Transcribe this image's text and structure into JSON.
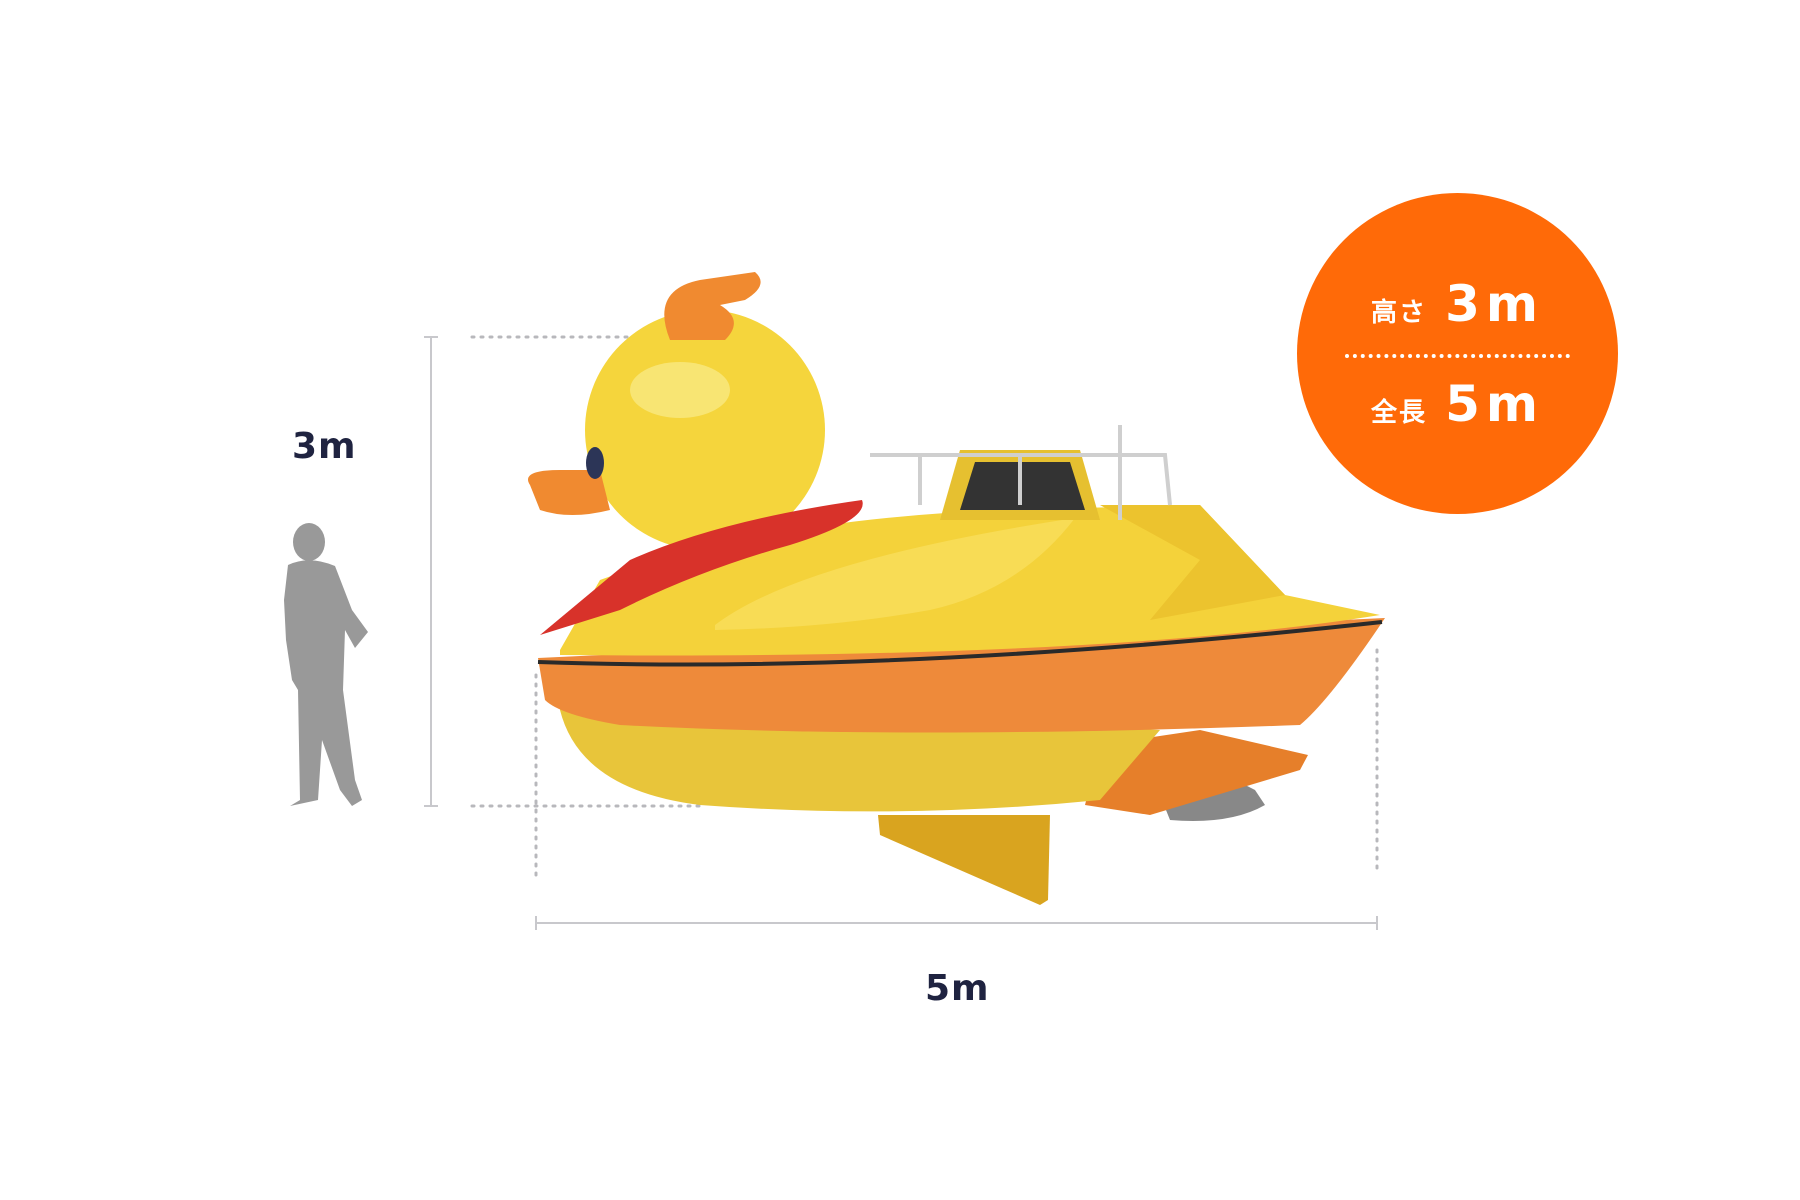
{
  "dimensions": {
    "height_label": "3m",
    "length_label": "5m"
  },
  "badge": {
    "height_key": "高さ",
    "height_value": "3m",
    "length_key": "全長",
    "length_value": "5m"
  },
  "colors": {
    "badge": "#ff6a08",
    "label": "#1f2340",
    "guide": "#c8c8cc",
    "duck_yellow": "#f4d23a",
    "hull_orange": "#ee8a3a",
    "scarf_red": "#d8322a"
  }
}
